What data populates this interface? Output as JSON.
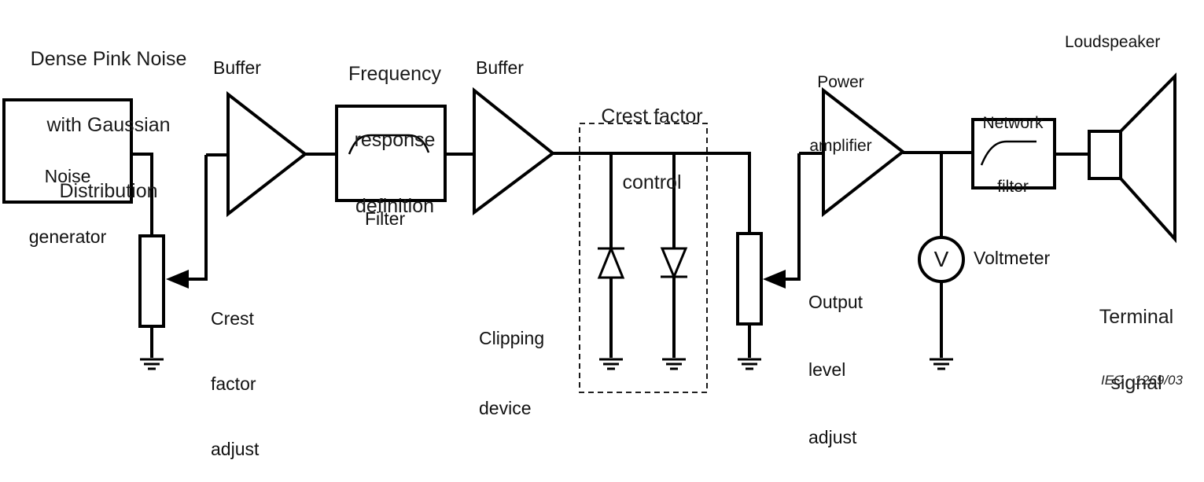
{
  "title_block": {
    "line1": "Dense Pink Noise",
    "line2": "with Gaussian",
    "line3": "Distribution"
  },
  "noise_generator": {
    "line1": "Noise",
    "line2": "generator"
  },
  "buffer1": {
    "label": "Buffer"
  },
  "crest_factor_adjust": {
    "line1": "Crest",
    "line2": "factor",
    "line3": "adjust"
  },
  "freq_response": {
    "line1": "Frequency",
    "line2": "response",
    "line3": "definition"
  },
  "filter": {
    "label": "Filter"
  },
  "buffer2": {
    "label": "Buffer"
  },
  "crest_factor_control": {
    "line1": "Crest factor",
    "line2": "control"
  },
  "clipping_device": {
    "line1": "Clipping",
    "line2": "device"
  },
  "output_level_adjust": {
    "line1": "Output",
    "line2": "level",
    "line3": "adjust"
  },
  "power_amplifier": {
    "line1": "Power",
    "line2": "amplifier"
  },
  "network_filter": {
    "line1": "Network",
    "line2": "filter"
  },
  "voltmeter": {
    "label": "Voltmeter",
    "symbol": "V"
  },
  "loudspeaker": {
    "label": "Loudspeaker"
  },
  "terminal_signal": {
    "line1": "Terminal",
    "line2": "signal"
  },
  "reference": {
    "text": "IEC   1269/03"
  }
}
